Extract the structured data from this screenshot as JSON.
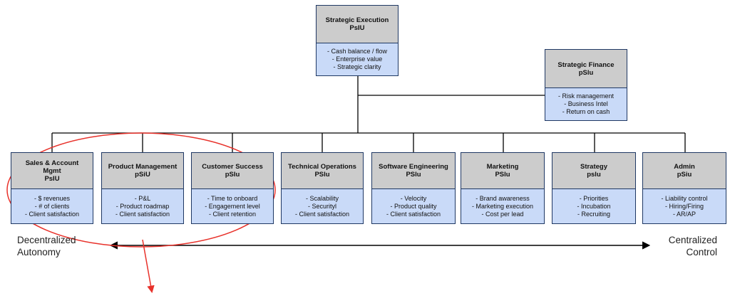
{
  "colors": {
    "header_fill": "#cccccc",
    "body_fill": "#c9daf8",
    "border": "#1f3864",
    "connector": "#000000",
    "highlight": "#e8322b"
  },
  "root": {
    "title": "Strategic Execution",
    "subtitle": "PsIU",
    "metrics": [
      "- Cash balance / flow",
      "- Enterprise value",
      "- Strategic clarity"
    ]
  },
  "finance": {
    "title": "Strategic Finance",
    "subtitle": "pSlu",
    "metrics": [
      "- Risk management",
      "- Business Intel",
      "- Return on cash"
    ]
  },
  "units": [
    {
      "title": "Sales & Account",
      "title2": "Mgmt",
      "subtitle": "PsIU",
      "metrics": [
        "- $ revenues",
        "- # of clients",
        "- Client satisfaction"
      ]
    },
    {
      "title": "Product Management",
      "title2": "",
      "subtitle": "pSiU",
      "metrics": [
        "- P&L",
        "- Product roadmap",
        "- Client satisfaction"
      ]
    },
    {
      "title": "Customer Success",
      "title2": "",
      "subtitle": "pSIu",
      "metrics": [
        "- Time to onboard",
        "- Engagement level",
        "- Client retention"
      ]
    },
    {
      "title": "Technical Operations",
      "title2": "",
      "subtitle": "PSlu",
      "metrics": [
        "- Scalability",
        "- Securityl",
        "- Client satisfaction"
      ]
    },
    {
      "title": "Software Engineering",
      "title2": "",
      "subtitle": "PSlu",
      "metrics": [
        "- Velocity",
        "- Product quality",
        "- Client satisfaction"
      ]
    },
    {
      "title": "Marketing",
      "title2": "",
      "subtitle": "PSlu",
      "metrics": [
        "- Brand awareness",
        "- Marketing execution",
        "- Cost per lead"
      ]
    },
    {
      "title": "Strategy",
      "title2": "",
      "subtitle": "pslu",
      "metrics": [
        "- Priorities",
        "- Incubation",
        "- Recruiting"
      ]
    },
    {
      "title": "Admin",
      "title2": "",
      "subtitle": "pSiu",
      "metrics": [
        "- Liability control",
        "- Hiring/Firing",
        "- AR/AP"
      ]
    }
  ],
  "axis": {
    "left_line1": "Decentralized",
    "left_line2": "Autonomy",
    "right_line1": "Centralized",
    "right_line2": "Control"
  }
}
